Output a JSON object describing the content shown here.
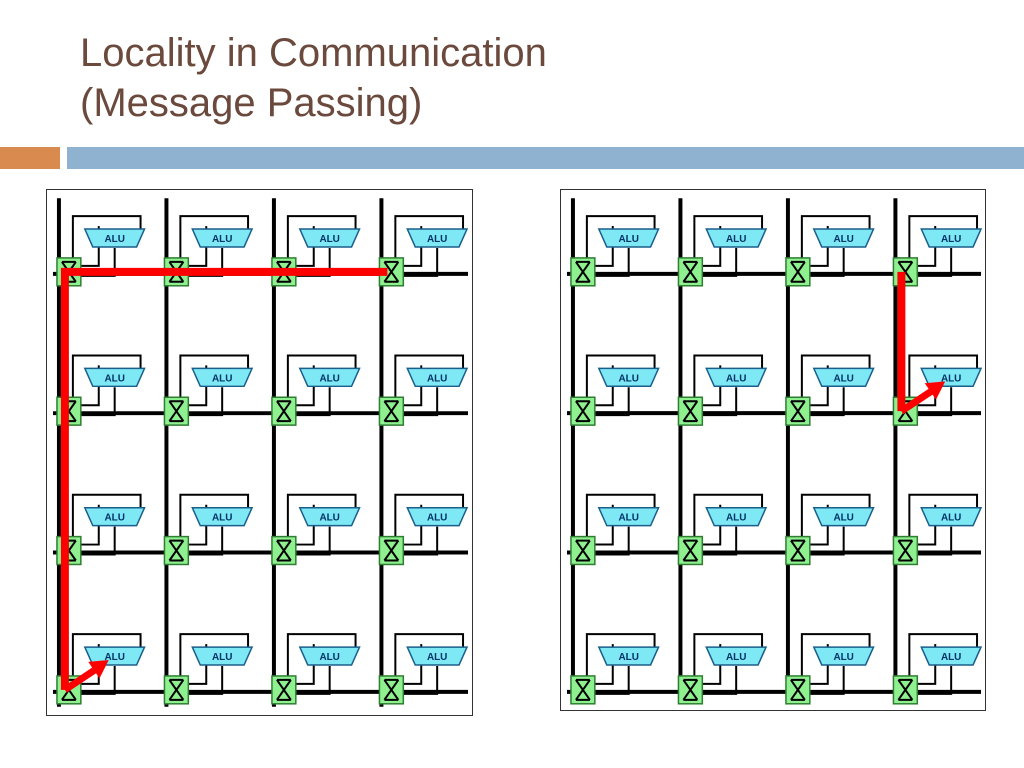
{
  "slide": {
    "title_line1": "Locality in Communication",
    "title_line2": "(Message Passing)"
  },
  "colors": {
    "title": "#6b4a3d",
    "accent_orange": "#d98a4f",
    "accent_blue": "#8fb2d1",
    "alu_fill": "#7ee8f5",
    "switch_fill": "#8ef08e",
    "path_red": "#ff0000",
    "wire": "#000000"
  },
  "mesh": {
    "rows": 4,
    "cols": 4,
    "alu_label": "ALU"
  },
  "diagrams": [
    {
      "name": "left",
      "route": "far",
      "path_points": [
        [
          0,
          0
        ],
        [
          3,
          0
        ],
        [
          0,
          0
        ],
        [
          0,
          3
        ]
      ]
    },
    {
      "name": "right",
      "route": "near",
      "path_points": [
        [
          3,
          0
        ],
        [
          3,
          1
        ]
      ]
    }
  ]
}
